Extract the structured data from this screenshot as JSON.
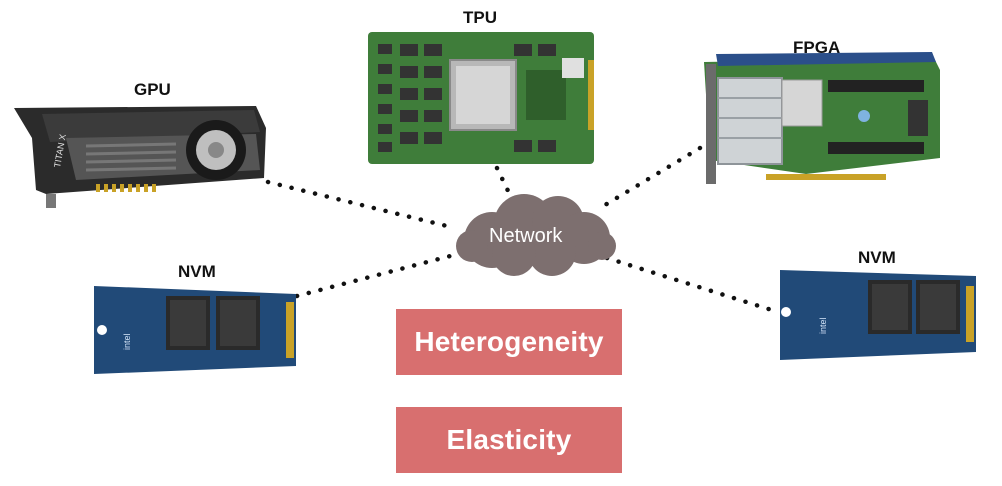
{
  "nodes": {
    "gpu": {
      "label": "GPU",
      "card_text": "TITAN X"
    },
    "tpu": {
      "label": "TPU"
    },
    "fpga": {
      "label": "FPGA"
    },
    "nvm_left": {
      "label": "NVM"
    },
    "nvm_right": {
      "label": "NVM"
    }
  },
  "network": {
    "label": "Network"
  },
  "concepts": [
    {
      "label": "Heterogeneity"
    },
    {
      "label": "Elasticity"
    }
  ],
  "colors": {
    "pill": "#d86f6f",
    "cloud": "#7d6f6f",
    "pcb_green": "#3f7d3a",
    "nvm_blue": "#214a78",
    "gpu_dark": "#2b2b2b"
  }
}
